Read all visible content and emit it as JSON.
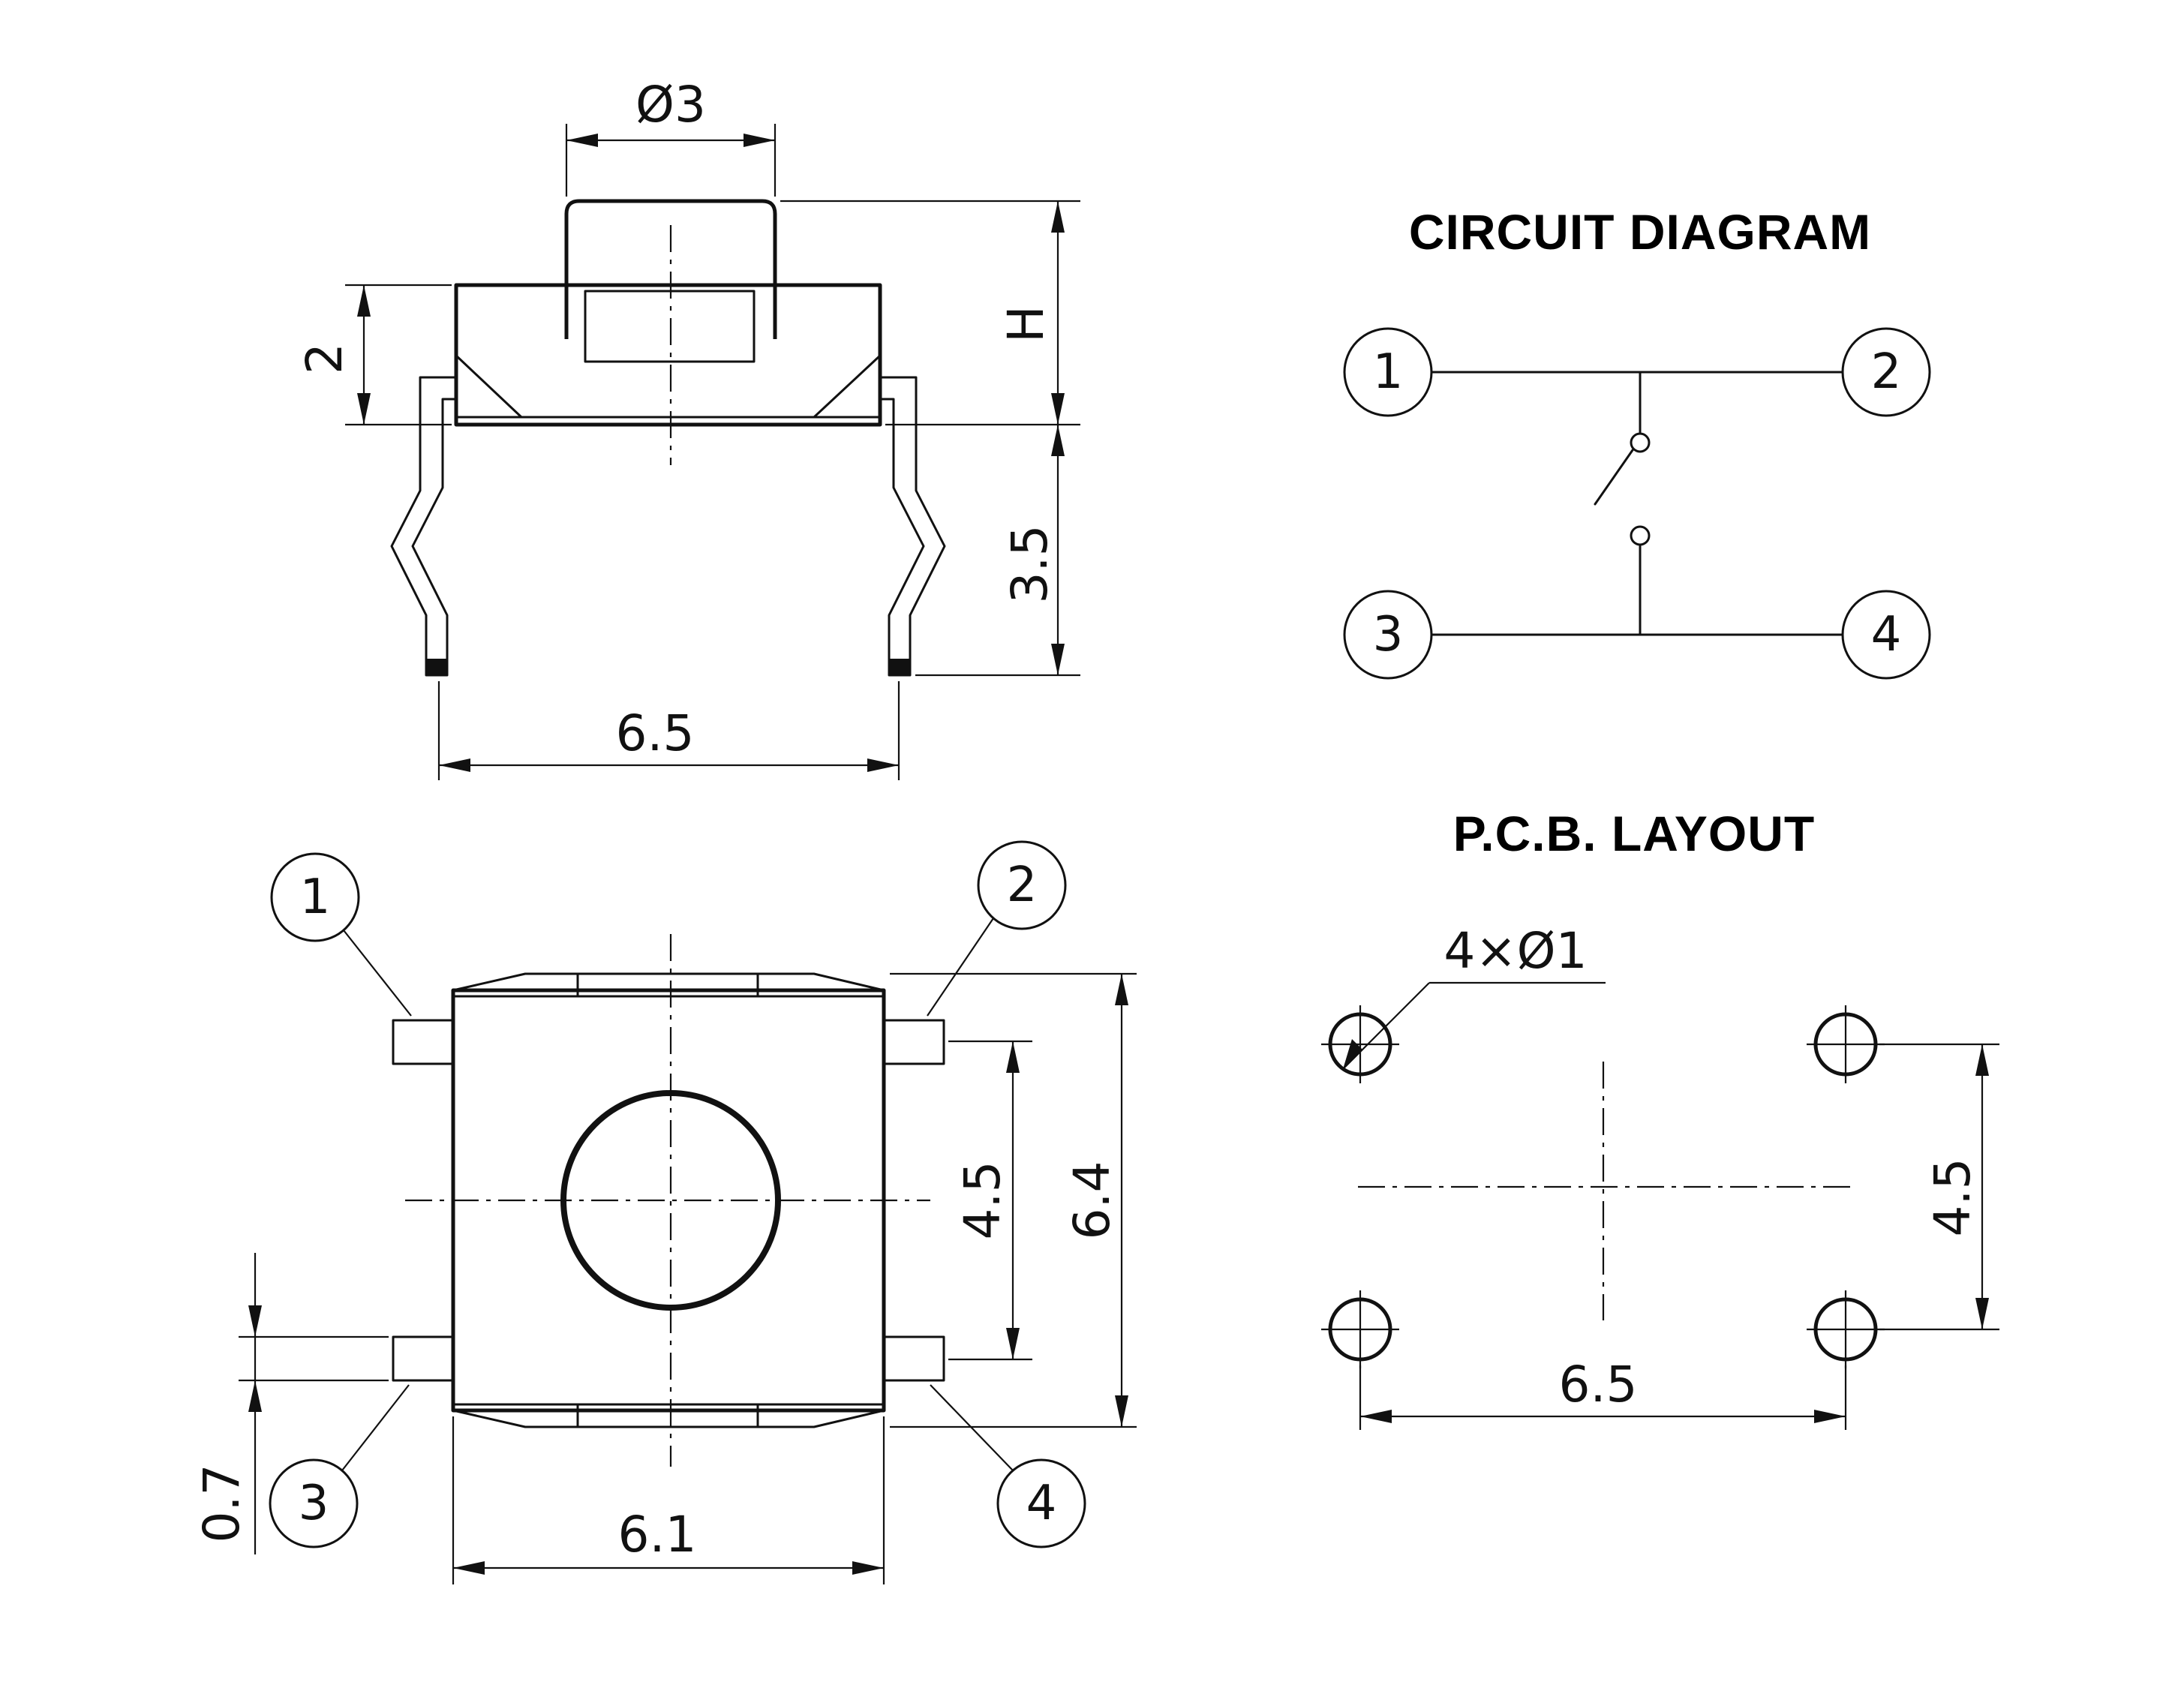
{
  "headings": {
    "circuit": "CIRCUIT DIAGRAM",
    "pcb": "P.C.B. LAYOUT"
  },
  "side_view": {
    "actuator_dia": "Ø3",
    "body_height": "2",
    "total_height": "H",
    "lead_length": "3.5",
    "lead_span": "6.5"
  },
  "top_view": {
    "pin_pitch": "4.5",
    "body_depth": "6.4",
    "body_width": "6.1",
    "pin_width": "0.7",
    "pins": [
      "1",
      "2",
      "3",
      "4"
    ]
  },
  "circuit": {
    "pins": [
      "1",
      "2",
      "3",
      "4"
    ]
  },
  "pcb": {
    "hole_spec": "4×Ø1",
    "pitch_vertical": "4.5",
    "pitch_horizontal": "6.5"
  }
}
